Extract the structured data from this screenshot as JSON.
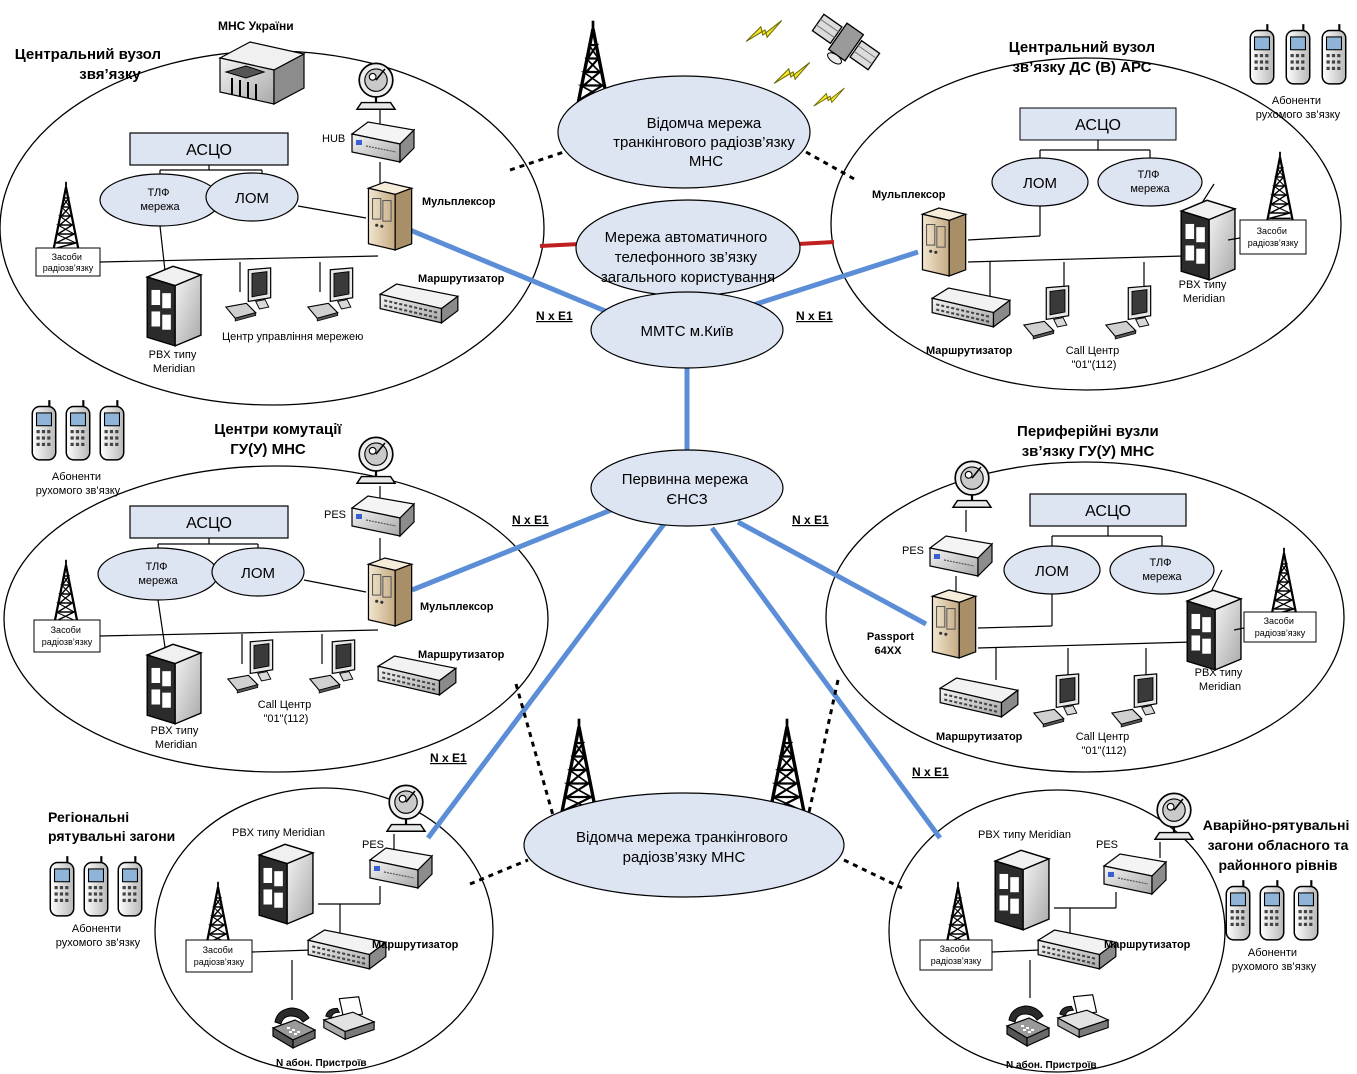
{
  "top": {
    "center_cloud": [
      "Відомча мережа",
      "транкінгового радіозв’язку",
      "МНС"
    ],
    "phone_cloud": [
      "Мережа автоматичного",
      "телефонного зв’язку",
      "загального користування"
    ],
    "mmts": "ММТС м.Київ",
    "primary": [
      "Первинна мережа",
      "ЄНСЗ"
    ],
    "bottom_cloud": [
      "Відомча мережа транкінгового",
      "радіозв’язку МНС"
    ]
  },
  "links": {
    "nxe1": "N x E1"
  },
  "central": {
    "title": [
      "Центральний вузол",
      "звя’язку"
    ],
    "mns": "МНС України",
    "hub": "HUB",
    "asco": "АСЦО",
    "tlf": [
      "ТЛФ",
      "мережа"
    ],
    "lom": "ЛОМ",
    "mux": "Мульплексор",
    "radio": [
      "Засоби",
      "радіозв’язку"
    ],
    "router": "Маршрутизатор",
    "ncc": "Центр управління мережею",
    "pbx": [
      "PBX типу",
      "Meridian"
    ]
  },
  "ds": {
    "title": [
      "Центральний вузол",
      "зв’язку ДС (В) АРС"
    ],
    "asco": "АСЦО",
    "lom": "ЛОМ",
    "tlf": [
      "ТЛФ",
      "мережа"
    ],
    "mux": "Мульплексор",
    "radio": [
      "Засоби",
      "радіозв’язку"
    ],
    "pbx": [
      "PBX типу",
      "Meridian"
    ],
    "router": "Маршрутизатор",
    "call": [
      "Call Центр",
      "\"01\"(112)"
    ]
  },
  "gu": {
    "title": [
      "Центри комутації",
      "ГУ(У) МНС"
    ],
    "pes": "PES",
    "asco": "АСЦО",
    "tlf": [
      "ТЛФ",
      "мережа"
    ],
    "lom": "ЛОМ",
    "mux": "Мульплексор",
    "radio": [
      "Засоби",
      "радіозв’язку"
    ],
    "router": "Маршрутизатор",
    "call": [
      "Call Центр",
      "\"01\"(112)"
    ],
    "pbx": [
      "PBX типу",
      "Meridian"
    ]
  },
  "periph": {
    "title": [
      "Периферійні вузли",
      "зв’язку ГУ(У) МНС"
    ],
    "pes": "PES",
    "asco": "АСЦО",
    "lom": "ЛОМ",
    "tlf": [
      "ТЛФ",
      "мережа"
    ],
    "passport": [
      "Passport",
      "64XX"
    ],
    "radio": [
      "Засоби",
      "радіозв’язку"
    ],
    "pbx": [
      "PBX типу",
      "Meridian"
    ],
    "router": "Маршрутизатор",
    "call": [
      "Call Центр",
      "\"01\"(112)"
    ]
  },
  "regional": {
    "title": [
      "Регіональні",
      "рятувальні загони"
    ],
    "pbx": "PBX типу Meridian",
    "pes": "PES",
    "radio": [
      "Засоби",
      "радіозв’язку"
    ],
    "router": "Маршрутизатор",
    "devices": "N абон. Пристроїв"
  },
  "rescue": {
    "title": [
      "Аварійно-рятувальні",
      "загони обласного та",
      "районного рівнів"
    ],
    "pbx": "PBX типу Meridian",
    "pes": "PES",
    "radio": [
      "Засоби",
      "радіозв’язку"
    ],
    "router": "Маршрутизатор",
    "devices": "N абон. Пристроїв"
  },
  "subscribers": [
    "Абоненти",
    "рухомого зв’язку"
  ],
  "colors": {
    "link": "#5b8ed6",
    "pstn_link": "#c0201f",
    "cloud": "#dde4f2"
  },
  "icons": [
    "satellite-icon",
    "radio-tower-icon",
    "satellite-dish-icon",
    "multiplexer-icon",
    "router-icon",
    "pbx-server-icon",
    "workstation-icon",
    "mobile-phone-icon",
    "telephone-icon",
    "fax-icon",
    "ministry-building-icon",
    "lightning-icon"
  ]
}
